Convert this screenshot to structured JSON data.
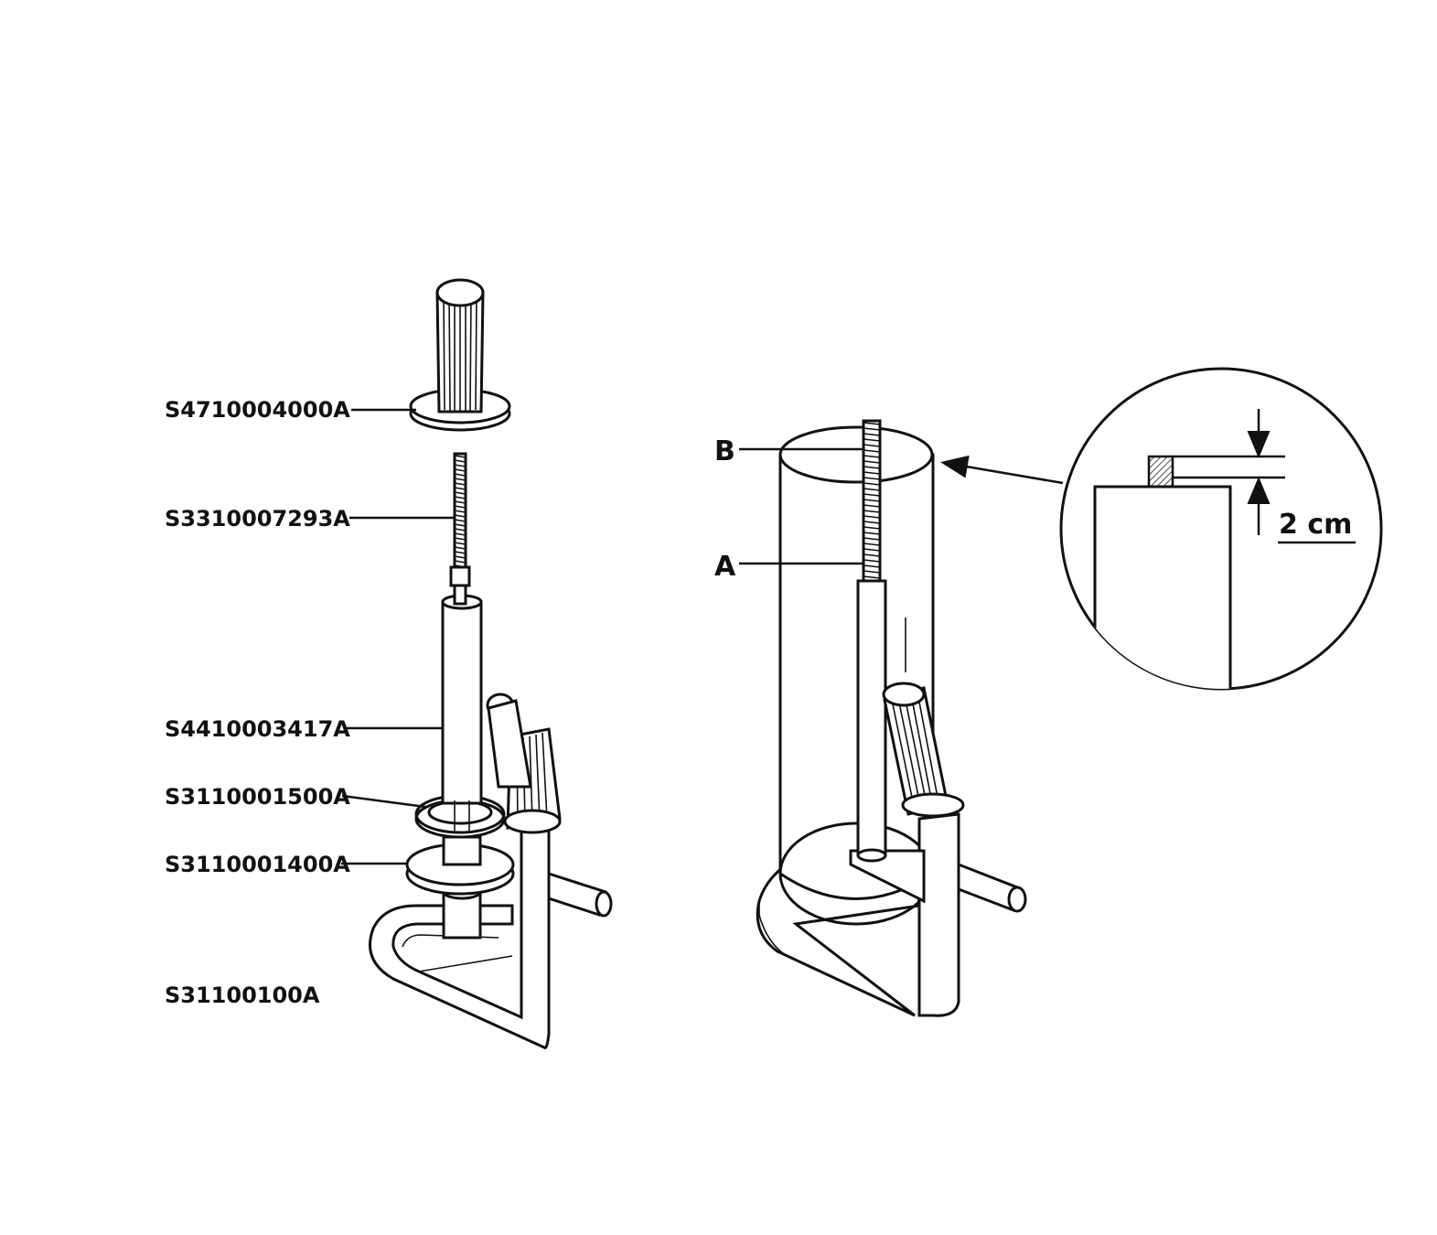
{
  "parts": [
    {
      "code": "S4710004000A"
    },
    {
      "code": "S3310007293A"
    },
    {
      "code": "S4410003417A"
    },
    {
      "code": "S3110001500A"
    },
    {
      "code": "S3110001400A"
    },
    {
      "code": "S31100100A"
    }
  ],
  "assembly": {
    "label_b": "B",
    "label_a": "A"
  },
  "detail": {
    "dimension": "2 cm"
  }
}
